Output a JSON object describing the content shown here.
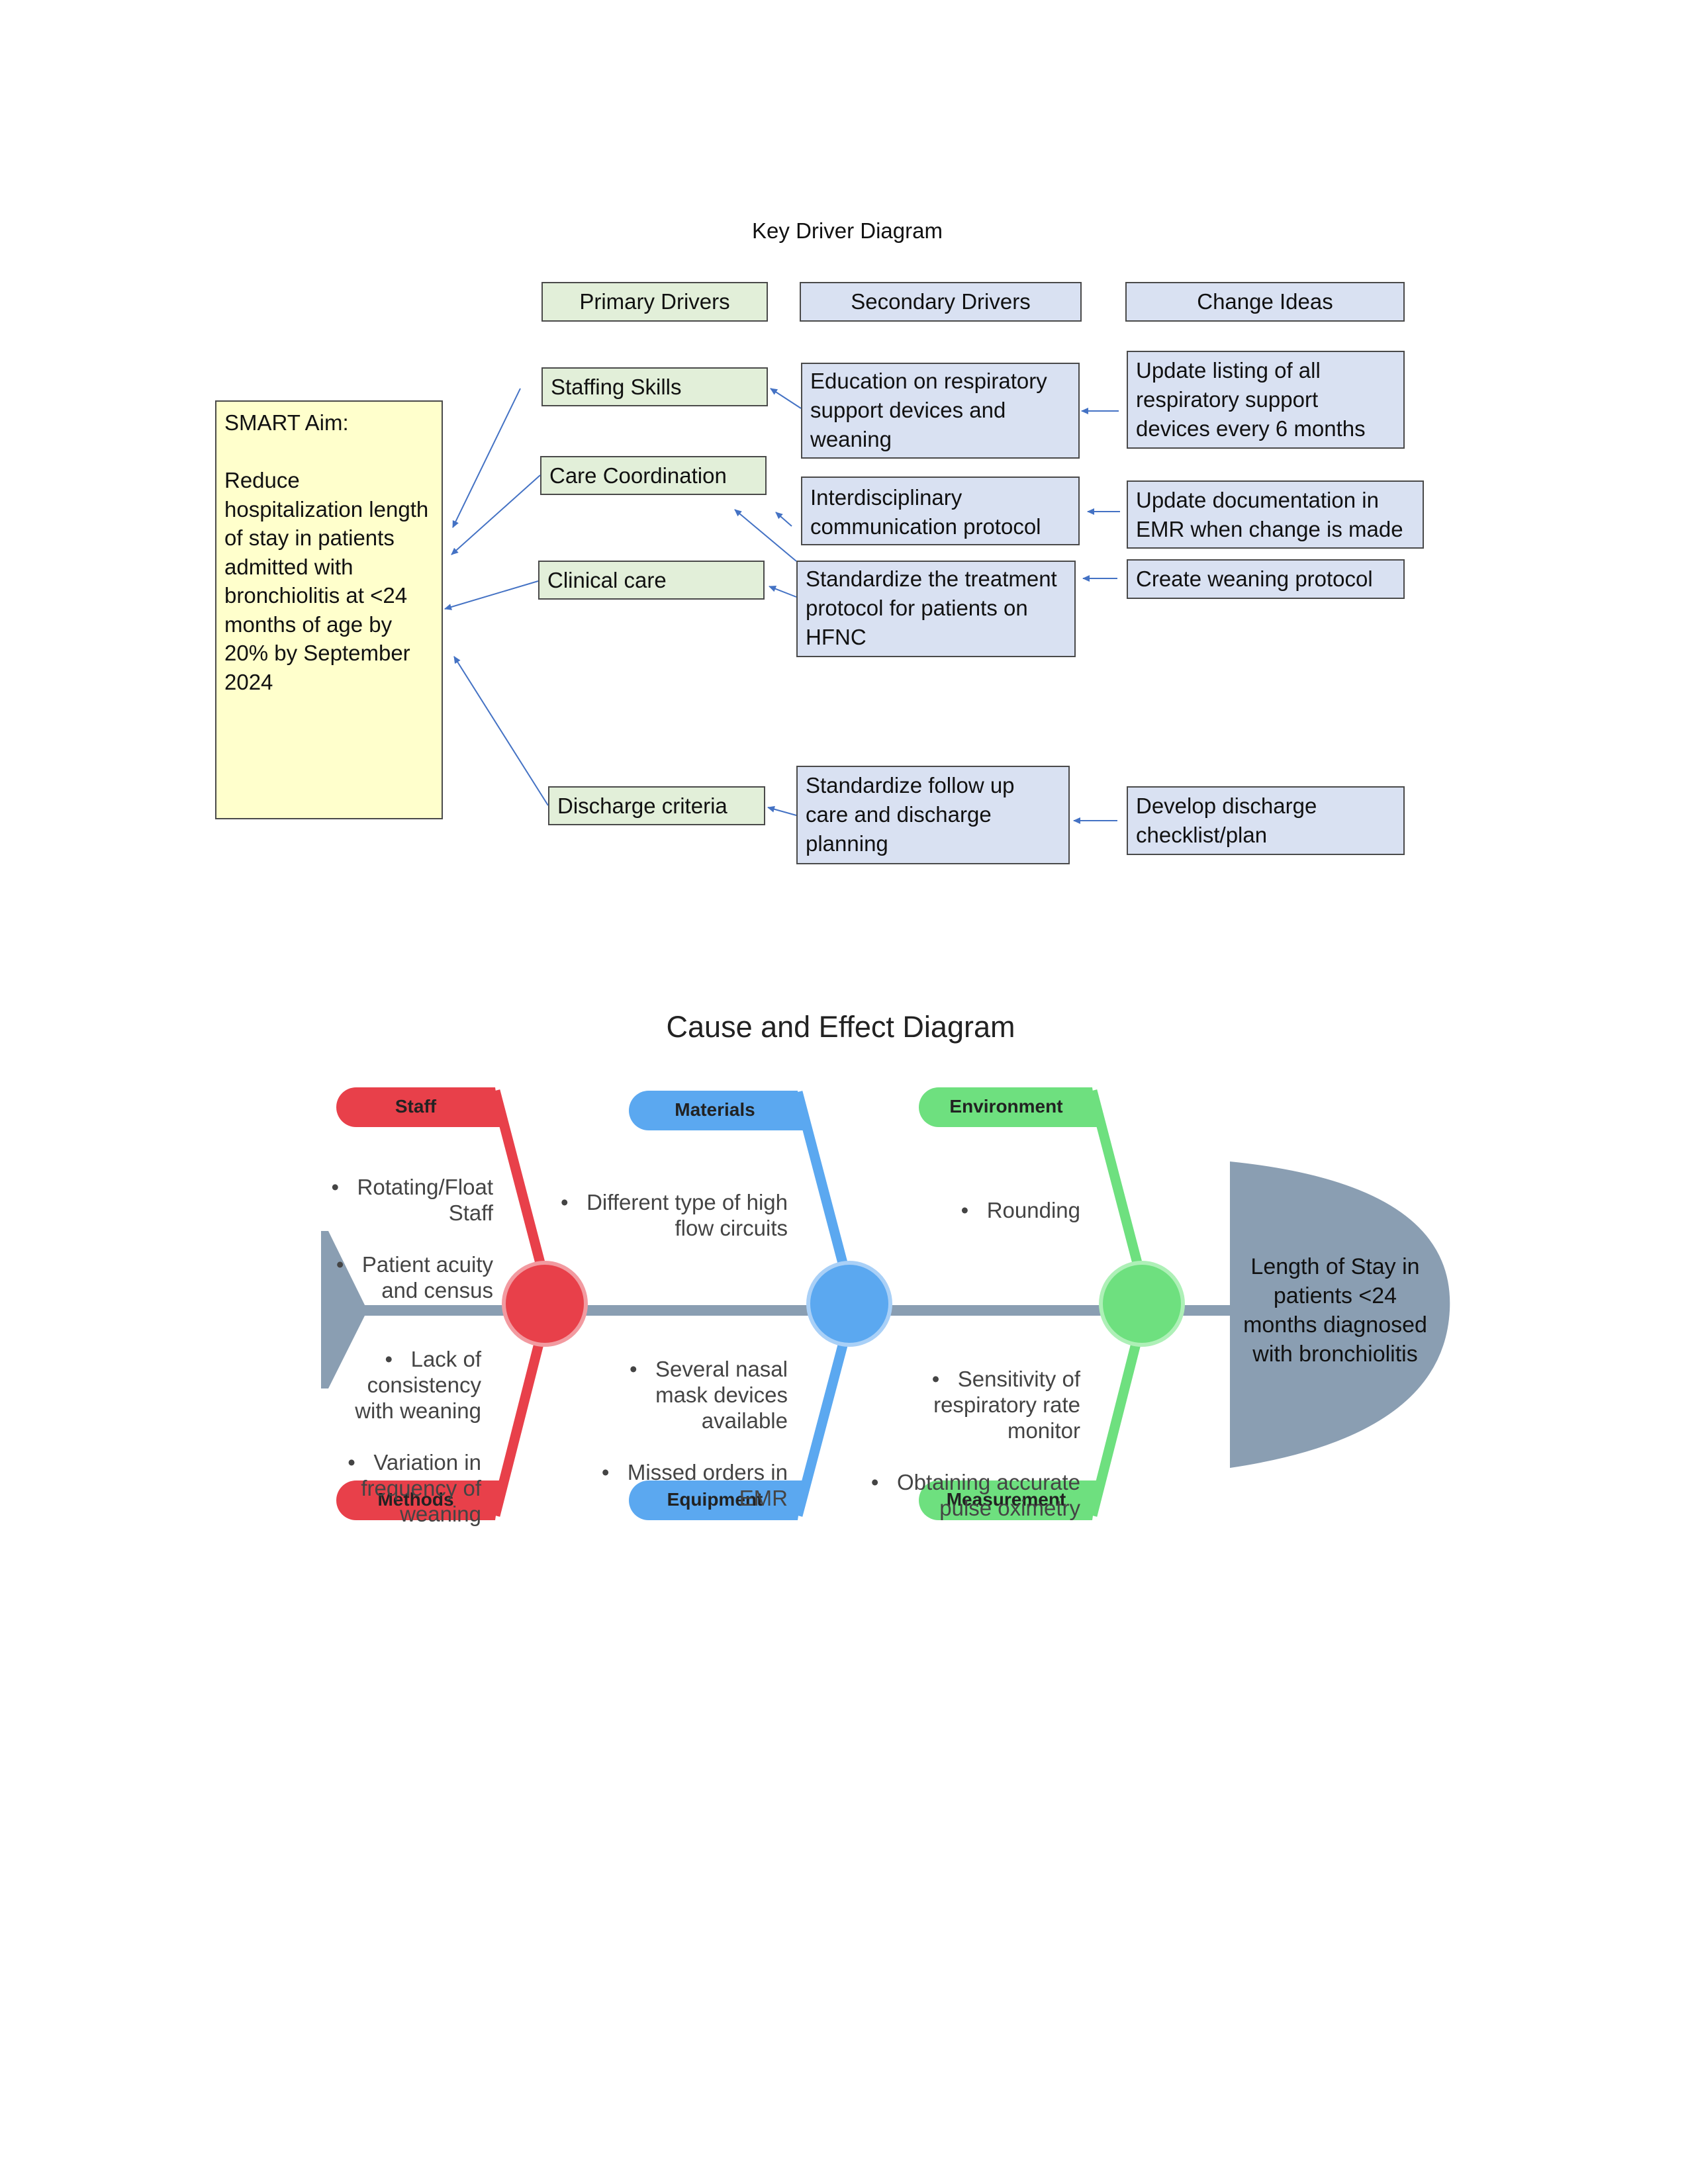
{
  "kdd": {
    "title": "Key Driver Diagram",
    "headers": {
      "primary": "Primary Drivers",
      "secondary": "Secondary Drivers",
      "change": "Change Ideas"
    },
    "aim": "SMART Aim:\n\nReduce hospitalization length of stay in patients admitted with bronchiolitis at <24 months of age by 20% by September 2024",
    "primary": [
      "Staffing Skills",
      "Care Coordination",
      "Clinical care",
      "Discharge criteria"
    ],
    "secondary": [
      "Education on respiratory support devices and weaning",
      "Interdisciplinary communication protocol",
      "Standardize the treatment protocol for patients on HFNC",
      "Standardize follow up care and discharge planning"
    ],
    "change": [
      "Update listing of all respiratory support devices every 6 months",
      "Update documentation in EMR when change is made",
      "Create weaning protocol",
      "Develop discharge checklist/plan"
    ],
    "colors": {
      "primary": "#e2efd9",
      "secondary": "#d9e1f2",
      "aim": "#ffffcc",
      "arrow": "#4472c4"
    }
  },
  "ced": {
    "title": "Cause and Effect Diagram",
    "head": "Length of Stay in patients <24 months diagnosed with bronchiolitis",
    "categories": {
      "staff": "Staff",
      "methods": "Methods",
      "materials": "Materials",
      "equipment": "Equipment",
      "environment": "Environment",
      "measurement": "Measurement"
    },
    "causes": {
      "staff": [
        "Rotating/Float Staff",
        "Patient acuity and census"
      ],
      "methods": [
        "Lack of consistency with weaning",
        "Variation in frequency of weaning"
      ],
      "materials": [
        "Different type of high flow circuits"
      ],
      "equipment": [
        "Several nasal mask devices available",
        "Missed orders in EMR"
      ],
      "environment": [
        "Rounding"
      ],
      "measurement": [
        "Sensitivity of respiratory rate monitor",
        "Obtaining accurate pulse oximetry"
      ]
    },
    "colors": {
      "red": "#e8404a",
      "blue": "#5ba8f0",
      "green": "#6ee07f",
      "spine": "#8a9eb2"
    }
  }
}
